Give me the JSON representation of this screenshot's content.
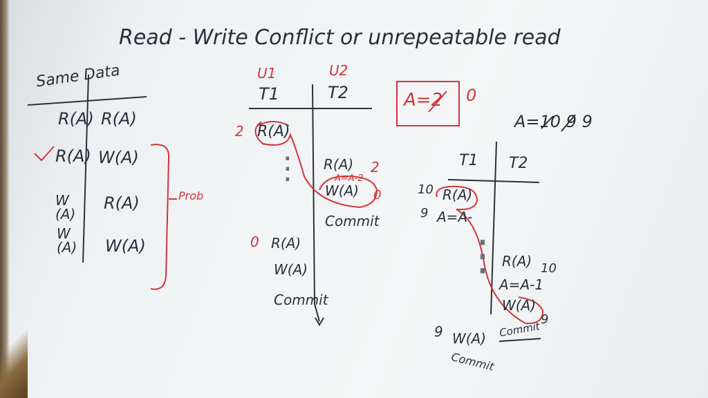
{
  "title": "Read - Write Conflict or unrepeatable read",
  "left_table": {
    "header": "Same Data",
    "rows": [
      [
        "R(A)",
        "R(A)"
      ],
      [
        "R(A)",
        "W(A)"
      ],
      [
        "W(A)",
        "R(A)"
      ],
      [
        "W(A)",
        "W(A)"
      ]
    ],
    "check_mark": "✓",
    "problem_label": "Prob"
  },
  "middle_schedule": {
    "users": [
      "U1",
      "U2"
    ],
    "transactions": [
      "T1",
      "T2"
    ],
    "t1_first": "R(A)",
    "t1_first_value": "2",
    "t2_ops": [
      "R(A)",
      "A=A-2",
      "W(A)",
      "Commit"
    ],
    "t2_read_value": "2",
    "t2_write_value": "0",
    "t1_later": [
      "R(A)",
      "W(A)",
      "Commit"
    ],
    "t1_later_value": "0",
    "dots": "⋮"
  },
  "value_box": {
    "text": "A=2",
    "new_value": "0"
  },
  "right_schedule": {
    "a_history": "A=10 9 9",
    "transactions": [
      "T1",
      "T2"
    ],
    "t1_ops": [
      "R(A)",
      "A=A-"
    ],
    "t1_values": [
      "10",
      "9"
    ],
    "t2_ops": [
      "R(A)",
      "A=A-1",
      "W(A)",
      "Commit"
    ],
    "t2_values": [
      "10",
      "9"
    ],
    "t1_later": [
      "W(A)",
      "Commit"
    ],
    "t1_later_value": "9",
    "dots": "⋮"
  },
  "colors": {
    "ink": "#2a2f3a",
    "red": "#d2343a",
    "board": "#f1f3f5"
  }
}
